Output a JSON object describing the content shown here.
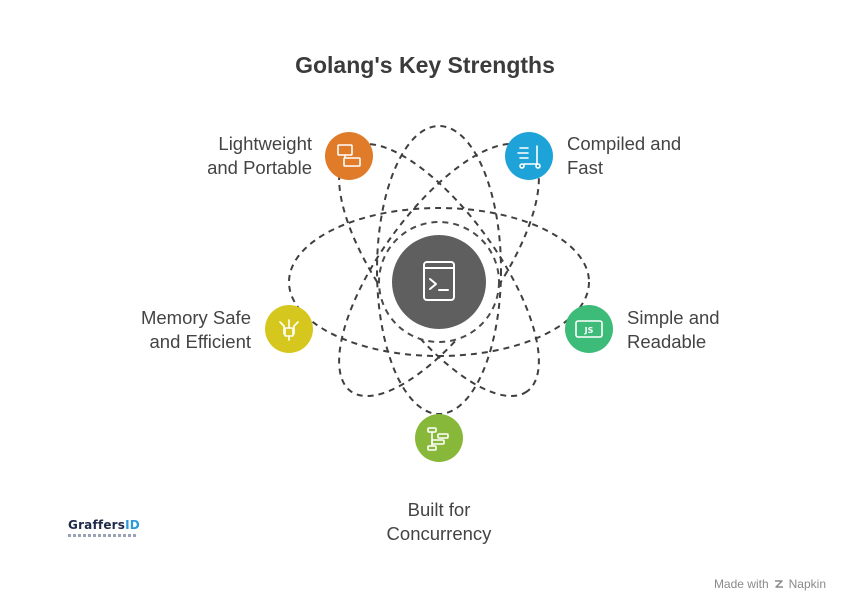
{
  "title": "Golang's Key Strengths",
  "nodes": {
    "top_left": {
      "line1": "Lightweight",
      "line2": "and Portable",
      "color": "#e07b2a",
      "icon": "devices-icon"
    },
    "top_right": {
      "line1": "Compiled and",
      "line2": "Fast",
      "color": "#1ea3d8",
      "icon": "scooter-icon"
    },
    "mid_left": {
      "line1": "Memory Safe",
      "line2": "and Efficient",
      "color": "#d6c71e",
      "icon": "memory-icon"
    },
    "mid_right": {
      "line1": "Simple and",
      "line2": "Readable",
      "color": "#3dbb78",
      "icon": "js-file-icon"
    },
    "bottom": {
      "line1": "Built for",
      "line2": "Concurrency",
      "color": "#88b83a",
      "icon": "flow-icon"
    }
  },
  "center": {
    "color": "#5f5f5f",
    "icon": "terminal-book-icon"
  },
  "logo": {
    "brand_main": "GraffersID",
    "brand_prefix": "G",
    "brand_rest": "raffers",
    "brand_suffix": "ID"
  },
  "footer": {
    "made_with": "Made with",
    "brand": "Napkin"
  }
}
